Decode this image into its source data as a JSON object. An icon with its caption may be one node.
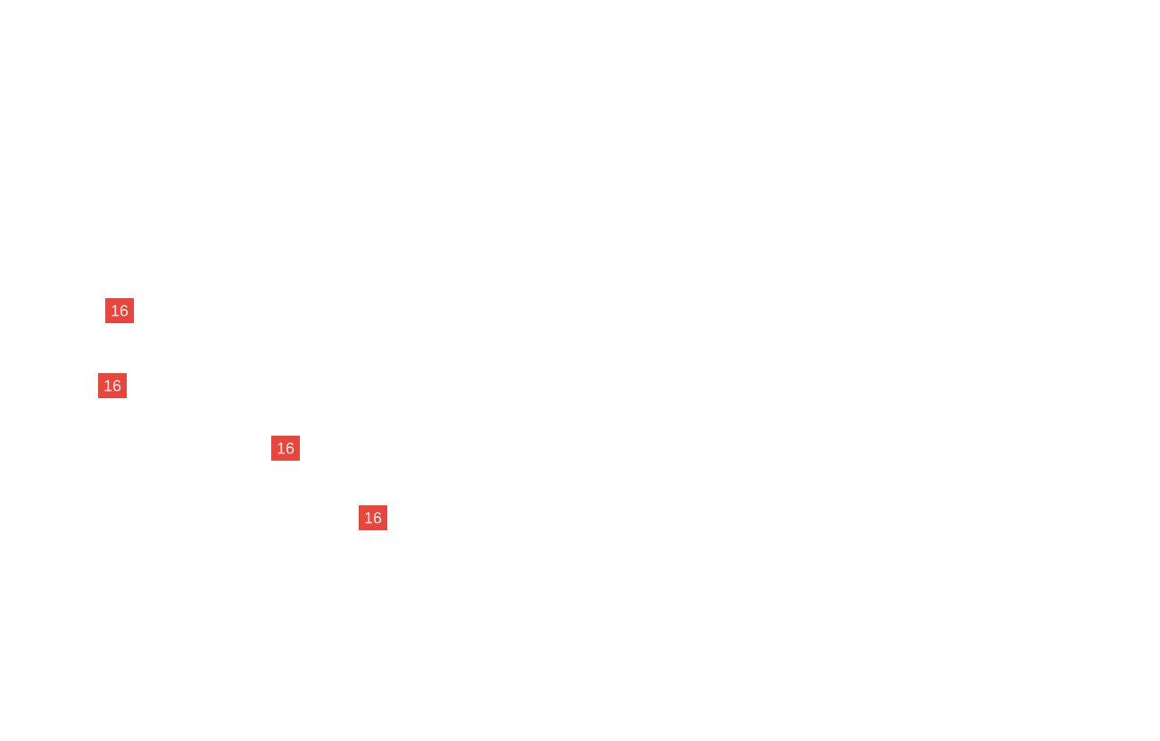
{
  "diagram": {
    "labels": [
      "16",
      "16",
      "16",
      "16"
    ]
  }
}
